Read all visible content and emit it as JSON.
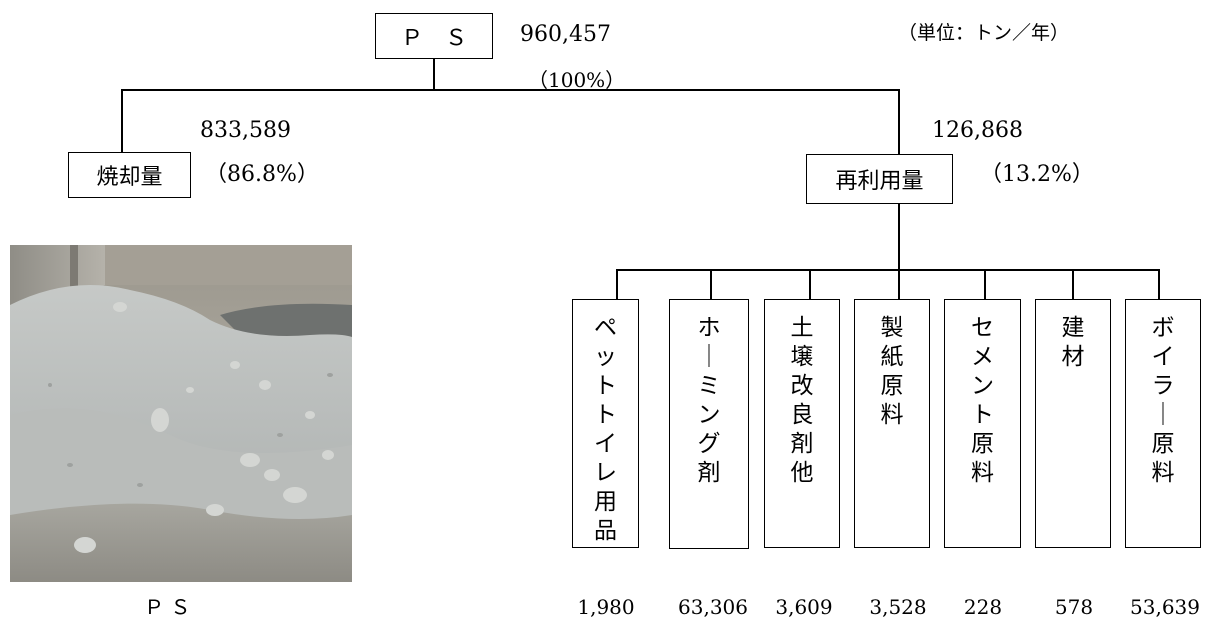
{
  "unit_note": "（単位：トン／年）",
  "root": {
    "label": "Ｐ　Ｓ",
    "amount": "960,457",
    "percent": "（100%）"
  },
  "incineration": {
    "label": "焼却量",
    "amount": "833,589",
    "percent": "（86.8%）"
  },
  "reuse": {
    "label": "再利用量",
    "amount": "126,868",
    "percent": "（13.2%）"
  },
  "uses": [
    {
      "label": "ペットトイレ用品",
      "value": "1,980"
    },
    {
      "label": "ホーミング剤",
      "value": "63,306"
    },
    {
      "label": "土壌改良剤他",
      "value": "3,609"
    },
    {
      "label": "製紙原料",
      "value": "3,528"
    },
    {
      "label": "セメント原料",
      "value": "228"
    },
    {
      "label": "建材",
      "value": "578"
    },
    {
      "label": "ボイラー原料",
      "value": "53,639"
    }
  ],
  "photo": {
    "caption": "Ｐ Ｓ"
  },
  "colors": {
    "line": "#000000",
    "background": "#ffffff"
  }
}
